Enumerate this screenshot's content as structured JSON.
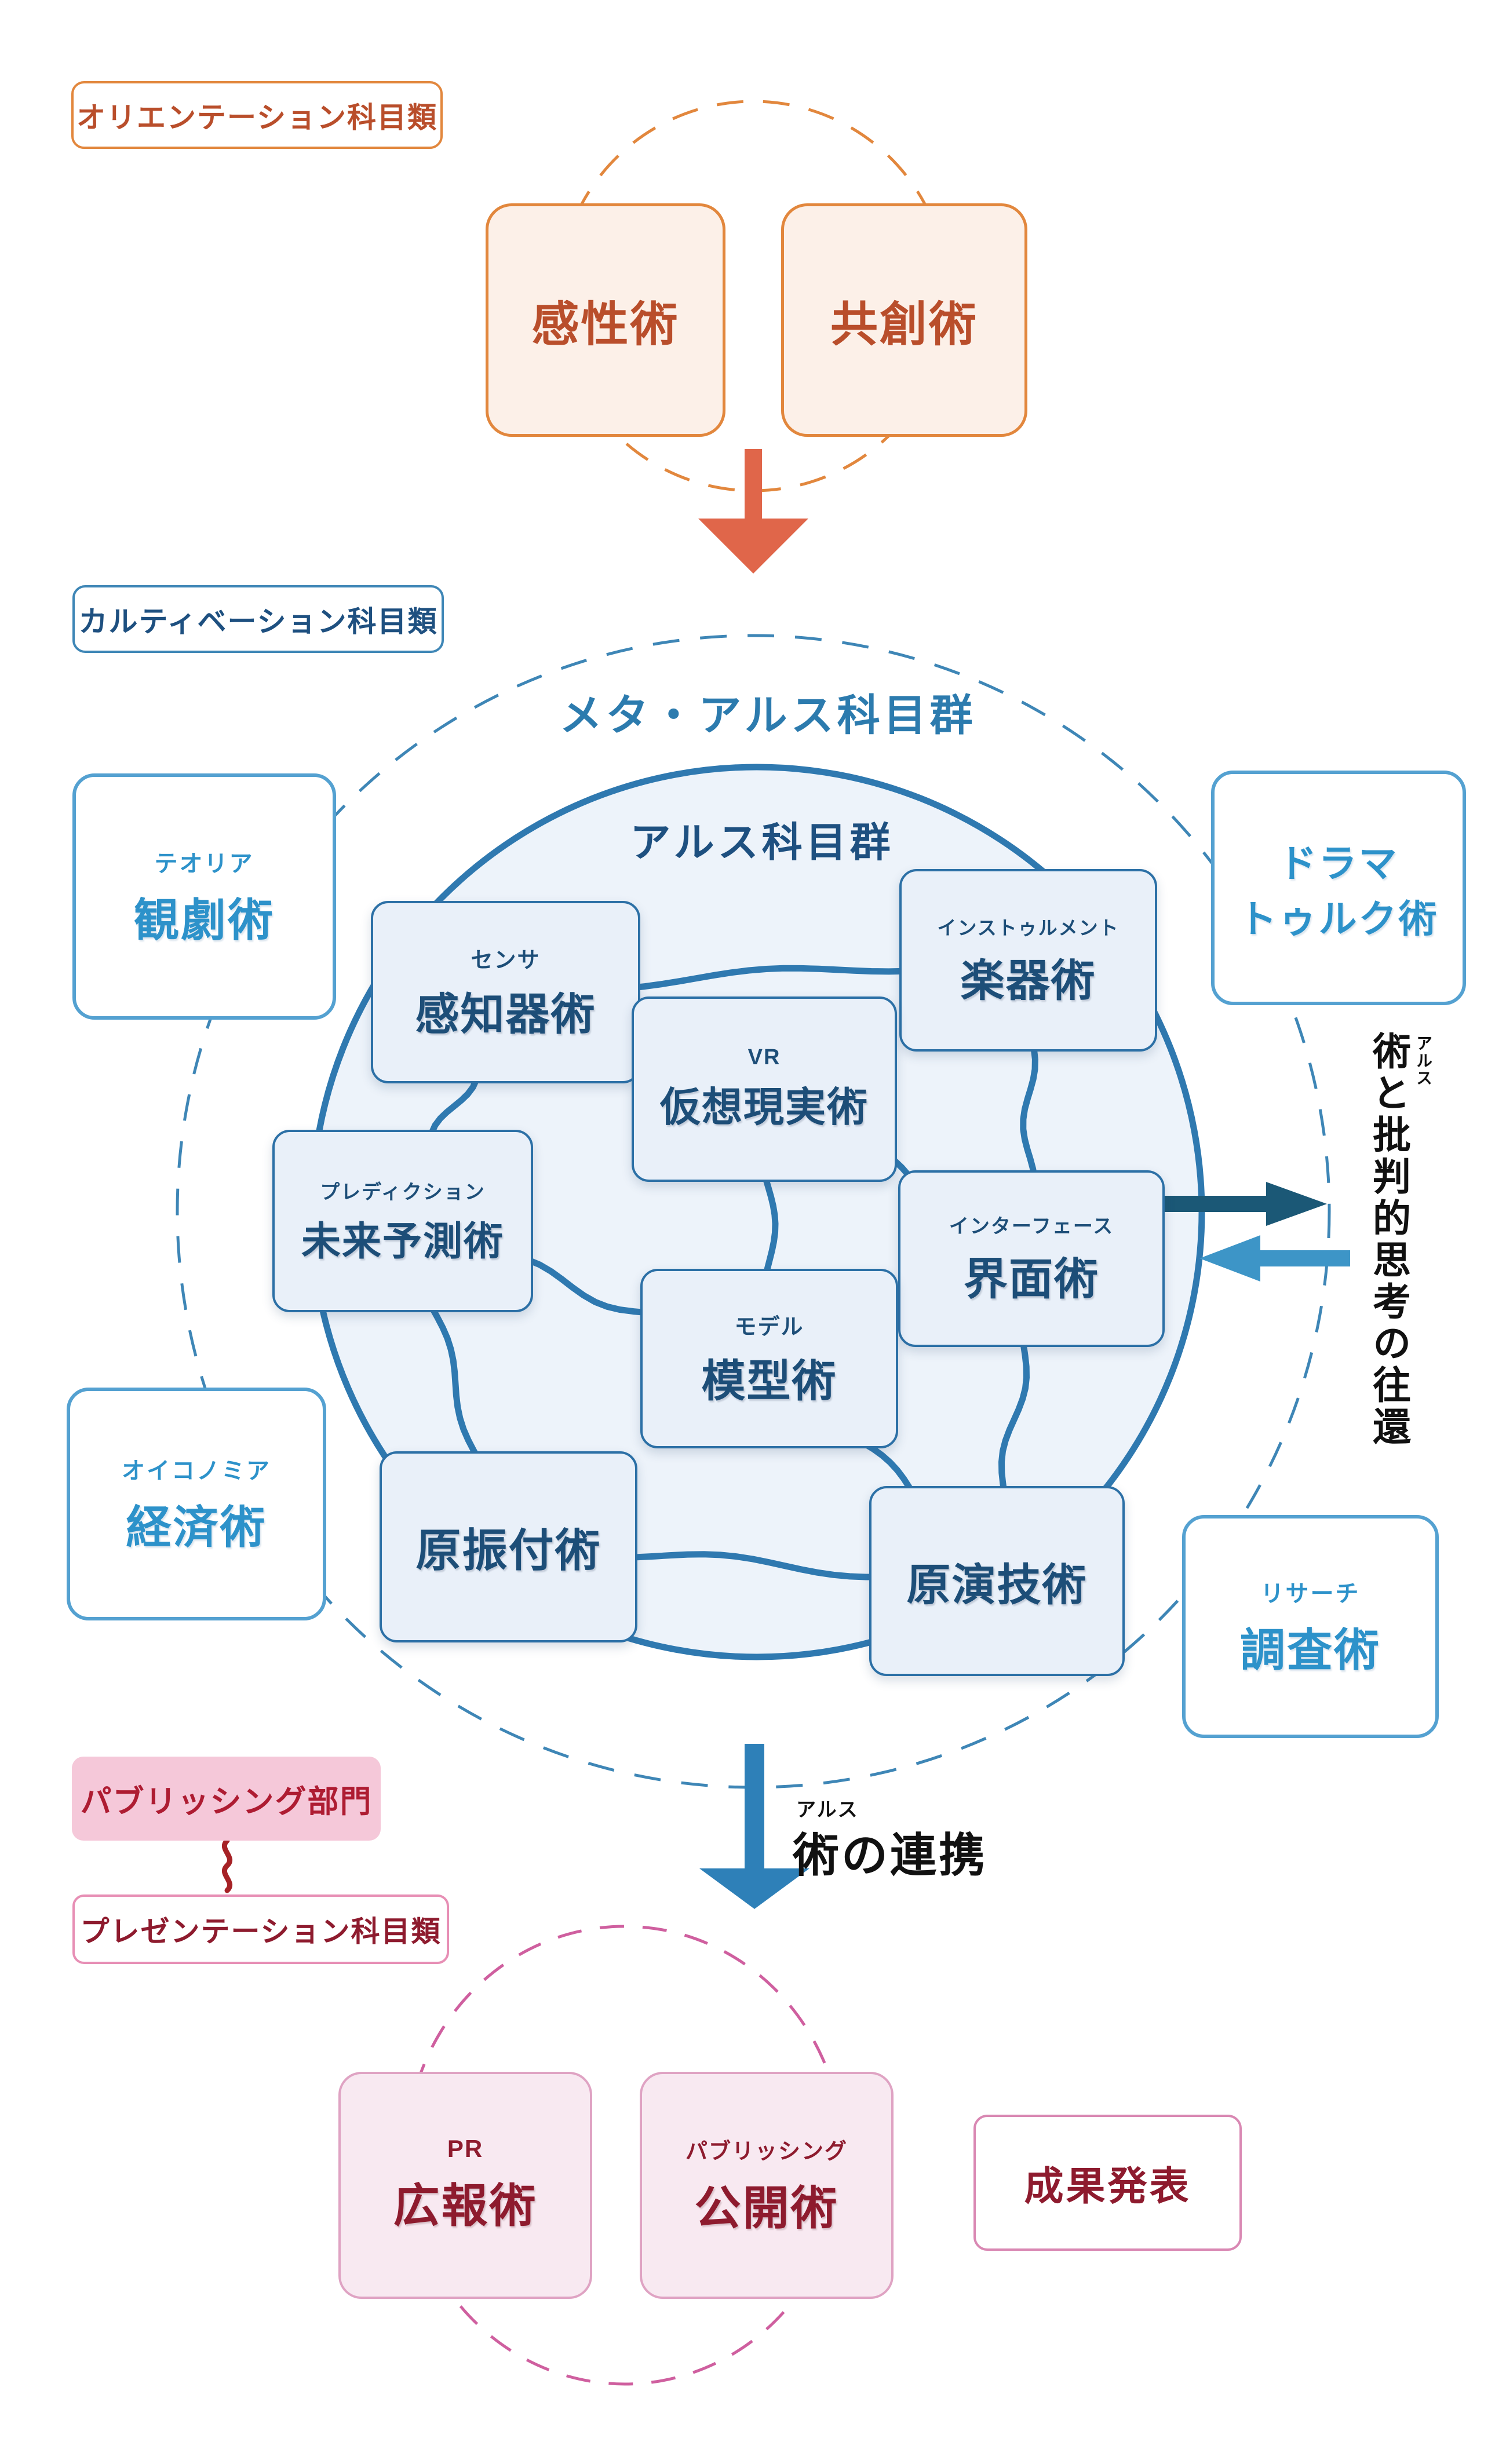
{
  "colors": {
    "orange_border": "#E2873D",
    "orange_fill": "#FCF0E8",
    "orange_text": "#B94E2B",
    "orange_arrow": "#E0664A",
    "blue_dash": "#3E86B6",
    "blue_title": "#2C7BAE",
    "blue_dark": "#1E5080",
    "inner_circle_fill": "#EDF3FA",
    "inner_circle_border": "#2F79B0",
    "subject_fill": "#E9F0F9",
    "subject_border": "#2C70A6",
    "subject_text": "#1D4E78",
    "satellite_border": "#54A1D1",
    "satellite_text": "#2D92CA",
    "arrow_dark": "#1B5876",
    "arrow_light": "#3D95C7",
    "blue_arrow": "#2E80B8",
    "pink_label_fill": "#F5C8D9",
    "pink_label_text": "#AE1C32",
    "pink_border": "#E78FB5",
    "pink_box_fill": "#F8E9F1",
    "pink_box_border": "#DFA3C3",
    "pink_dash": "#CF5F9F",
    "dark_red": "#8E1B2E",
    "red_wavy": "#A62226",
    "black": "#111111"
  },
  "section_labels": {
    "orientation": "オリエンテーション科目類",
    "cultivation": "カルティベーション科目類",
    "publishing_dept": "パブリッシング部門",
    "presentation": "プレゼンテーション科目類"
  },
  "orientation": {
    "kansei": "感性術",
    "kyoso": "共創術"
  },
  "meta_ars": {
    "title": "メタ・アルス科目群"
  },
  "ars": {
    "title": "アルス科目群",
    "subjects": {
      "sensor": {
        "ruby": "センサ",
        "label": "感知器術"
      },
      "instrument": {
        "ruby": "インストゥルメント",
        "label": "楽器術"
      },
      "vr": {
        "ruby": "VR",
        "label": "仮想現実術"
      },
      "prediction": {
        "ruby": "プレディクション",
        "label": "未来予測術"
      },
      "interface": {
        "ruby": "インターフェース",
        "label": "界面術"
      },
      "model": {
        "ruby": "モデル",
        "label": "模型術"
      },
      "gen_furitsuke": {
        "label": "原振付術"
      },
      "gen_engi": {
        "label": "原演技術"
      }
    }
  },
  "satellites": {
    "theoria": {
      "ruby": "テオリア",
      "label": "観劇術"
    },
    "dramaturg": {
      "line1": "ドラマ",
      "line2": "トゥルク術"
    },
    "oikonomia": {
      "ruby": "オイコノミア",
      "label": "経済術"
    },
    "research": {
      "ruby": "リサーチ",
      "label": "調査術"
    }
  },
  "annotations": {
    "critical_cycle": {
      "ruby": "アルス",
      "text": "術と批判的思考の往還"
    },
    "renkei": {
      "ruby": "アルス",
      "text": "術の連携"
    }
  },
  "presentation_section": {
    "pr": {
      "ruby": "PR",
      "label": "広報術"
    },
    "publishing": {
      "ruby": "パブリッシング",
      "label": "公開術"
    },
    "seika": "成果発表"
  },
  "connections": [
    [
      "sensor",
      "instrument"
    ],
    [
      "sensor",
      "vr"
    ],
    [
      "sensor",
      "prediction"
    ],
    [
      "instrument",
      "interface"
    ],
    [
      "vr",
      "model"
    ],
    [
      "vr",
      "interface"
    ],
    [
      "prediction",
      "gen_furitsuke"
    ],
    [
      "prediction",
      "model"
    ],
    [
      "model",
      "gen_engi"
    ],
    [
      "gen_furitsuke",
      "gen_engi"
    ],
    [
      "interface",
      "gen_engi"
    ]
  ]
}
